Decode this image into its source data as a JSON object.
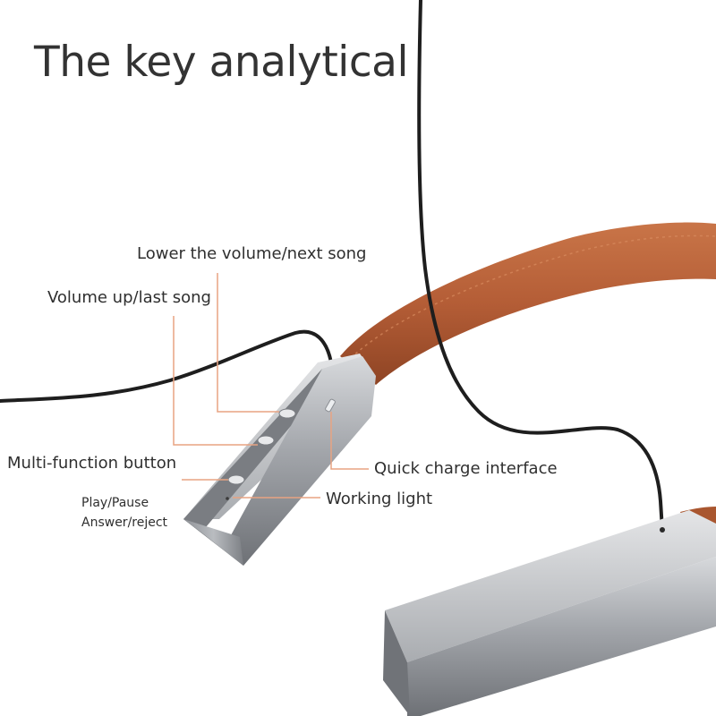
{
  "title": "The key analytical",
  "callouts": {
    "lower_volume": "Lower the volume/next song",
    "volume_up": "Volume up/last song",
    "multi_function": "Multi-function button",
    "play_pause": "Play/Pause",
    "answer_reject": "Answer/reject",
    "working_light": "Working light",
    "quick_charge": "Quick charge interface"
  },
  "colors": {
    "leader_line": "#e8a382",
    "band": "#b8623a",
    "cable": "#1e1e1e",
    "metal": "#9ea1a6"
  }
}
